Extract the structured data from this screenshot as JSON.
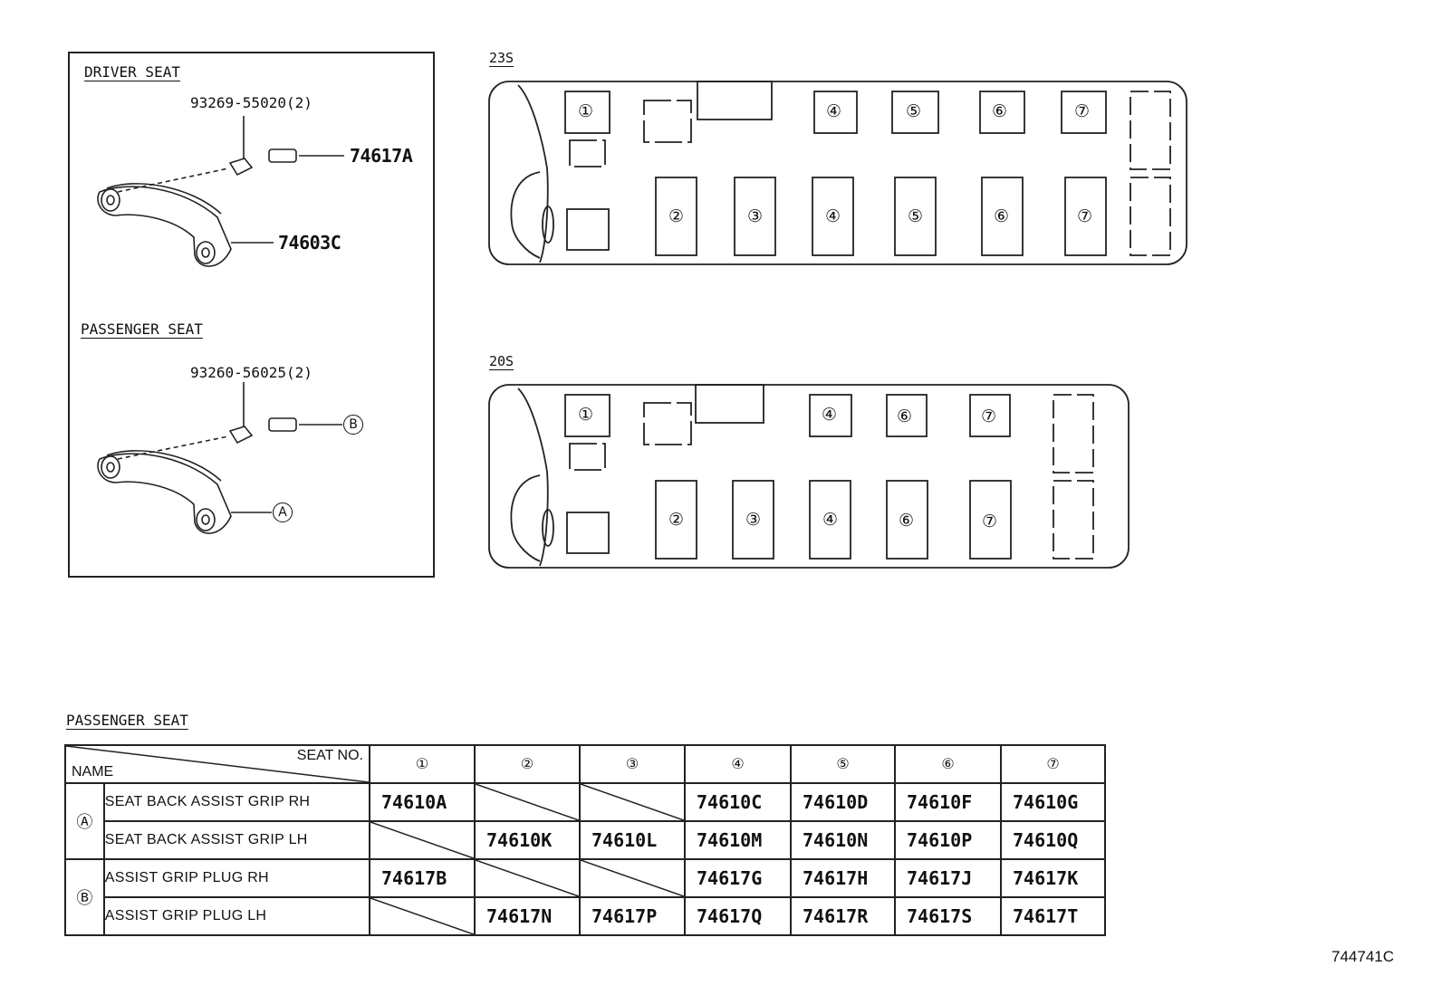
{
  "inset": {
    "driver_seat_label": "DRIVER SEAT",
    "driver_bolt_part": "93269-55020(2)",
    "driver_plug_part": "74617A",
    "driver_grip_part": "74603C",
    "passenger_seat_label": "PASSENGER SEAT",
    "passenger_bolt_part": "93260-56025(2)",
    "passenger_plug_ref": "B",
    "passenger_grip_ref": "A"
  },
  "layouts": [
    {
      "name": "23S",
      "seats_top": [
        "①",
        "④",
        "⑤",
        "⑥",
        "⑦"
      ],
      "seats_bottom": [
        "②",
        "③",
        "④",
        "⑤",
        "⑥",
        "⑦"
      ]
    },
    {
      "name": "20S",
      "seats_top": [
        "①",
        "④",
        "⑥",
        "⑦"
      ],
      "seats_bottom": [
        "②",
        "③",
        "④",
        "⑥",
        "⑦"
      ]
    }
  ],
  "table": {
    "title": "PASSENGER SEAT",
    "header_seat_no": "SEAT NO.",
    "header_name": "NAME",
    "seat_numbers": [
      "①",
      "②",
      "③",
      "④",
      "⑤",
      "⑥",
      "⑦"
    ],
    "groups": [
      {
        "mark": "Ⓐ",
        "rows": [
          {
            "name": "SEAT BACK ASSIST GRIP RH",
            "codes": [
              "74610A",
              "",
              "",
              "74610C",
              "74610D",
              "74610F",
              "74610G"
            ]
          },
          {
            "name": "SEAT BACK ASSIST GRIP LH",
            "codes": [
              "",
              "74610K",
              "74610L",
              "74610M",
              "74610N",
              "74610P",
              "74610Q"
            ]
          }
        ]
      },
      {
        "mark": "Ⓑ",
        "rows": [
          {
            "name": "ASSIST GRIP PLUG RH",
            "codes": [
              "74617B",
              "",
              "",
              "74617G",
              "74617H",
              "74617J",
              "74617K"
            ]
          },
          {
            "name": "ASSIST GRIP PLUG LH",
            "codes": [
              "",
              "74617N",
              "74617P",
              "74617Q",
              "74617R",
              "74617S",
              "74617T"
            ]
          }
        ]
      }
    ]
  },
  "figure_code": "744741C"
}
